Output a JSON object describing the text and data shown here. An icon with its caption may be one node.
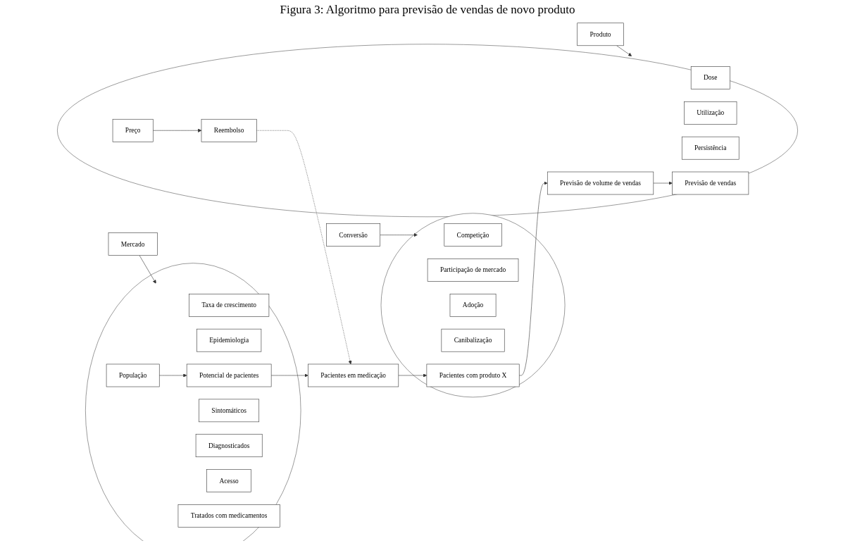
{
  "diagram": {
    "title": "Figura 3: Algoritmo para previsão de vendas de novo produto",
    "nodes": [
      {
        "text": [],
        "shape": "ellipse"
      },
      {
        "text": [
          "Taxa de crescimento"
        ],
        "in": 0
      },
      {
        "text": [
          "Epidemiologia"
        ],
        "in": 0
      },
      {
        "text": [
          "População"
        ],
        "in": 0
      },
      {
        "text": [
          "Potencial de pacientes"
        ],
        "in": 0
      },
      {
        "text": [
          "Sintomáticos"
        ],
        "in": 0
      },
      {
        "text": [
          "Diagnosticados"
        ],
        "in": 0
      },
      {
        "text": [
          "Acesso"
        ],
        "in": 0
      },
      {
        "text": [
          "Tratados com medicamentos"
        ],
        "in": 0
      },
      {
        "text": [
          "Pacientes em medicação"
        ]
      },
      {
        "text": [
          "Conversão"
        ]
      },
      {
        "text": [],
        "shape": "circle"
      },
      {
        "text": [
          "Competição"
        ],
        "in": 11
      },
      {
        "text": [
          "Participação de mercado"
        ],
        "in": 11
      },
      {
        "text": [
          "Adoção"
        ],
        "in": 11
      },
      {
        "text": [
          "Canibalização"
        ],
        "in": 11
      },
      {
        "text": [
          "Pacientes com produto X"
        ],
        "in": 11
      },
      {
        "text": [
          "Mercado"
        ]
      },
      {
        "text": [],
        "shape": "ellipse"
      },
      {
        "text": [
          "Dose"
        ],
        "in": 18
      },
      {
        "text": [
          "Utilização"
        ],
        "in": 18
      },
      {
        "text": [
          "Persistência"
        ],
        "in": 18
      },
      {
        "text": [
          "Reembolso"
        ],
        "in": 18
      },
      {
        "text": [
          "Previsão de vendas"
        ],
        "in": 18
      },
      {
        "text": [
          "Previsão de volume de vendas"
        ],
        "in": 18
      },
      {
        "text": [
          "Preço"
        ],
        "in": 18
      },
      {
        "text": [
          "Produto"
        ]
      }
    ],
    "edges": [
      {
        "from": 3,
        "to": 4,
        "arrow": "to"
      },
      {
        "from": 4,
        "to": 9,
        "arrow": "to"
      },
      {
        "from": 9,
        "to": 16,
        "arrow": "to"
      },
      {
        "from": 10,
        "to": 11,
        "arrow": "to"
      },
      {
        "from": 17,
        "to": 0,
        "arrow": "to"
      },
      {
        "from": 16,
        "to": 24,
        "arrow": "to"
      },
      {
        "from": 22,
        "to": 9,
        "arrow": "to",
        "style": "dashed"
      },
      {
        "from": 26,
        "to": 18,
        "arrow": "to"
      },
      {
        "from": 24,
        "to": 23,
        "arrow": "to"
      },
      {
        "from": 25,
        "to": 22,
        "arrow": "to"
      }
    ]
  }
}
